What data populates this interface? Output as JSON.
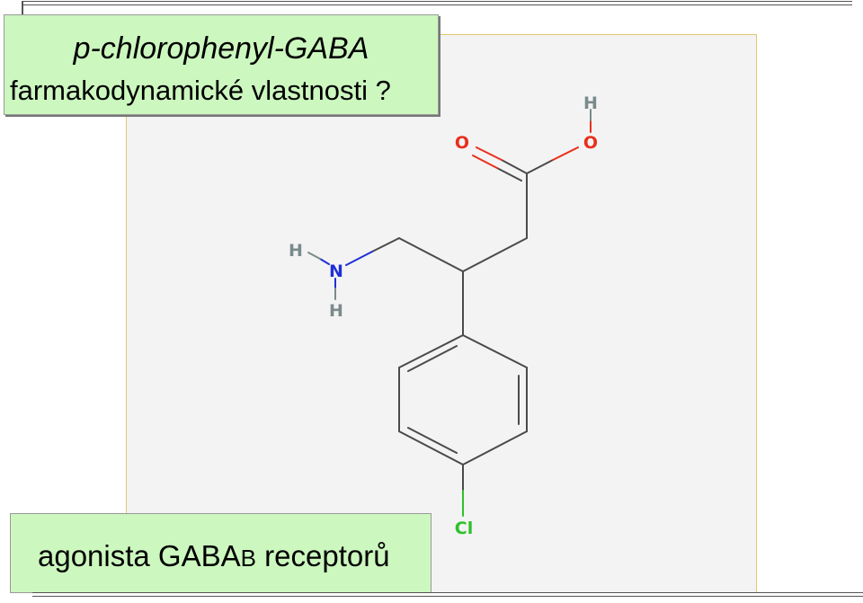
{
  "title": {
    "line1": "p-chlorophenyl-GABA",
    "line2": "farmakodynamické vlastnosti ?"
  },
  "caption": {
    "prefix": "agonista GABA",
    "subscript": "B",
    "suffix": " receptorů"
  },
  "molecule": {
    "atoms": {
      "o_carbonyl": "O",
      "o_hydroxyl": "O",
      "h_hydroxyl": "H",
      "n_amine": "N",
      "h_amine_top": "H",
      "h_amine_bottom": "H",
      "cl": "Cl"
    },
    "colors": {
      "oxygen": "#e8301c",
      "nitrogen": "#1f2fd6",
      "chlorine": "#2fc12a",
      "hydrogen": "#7a8a8a",
      "carbon": "#4a4a4a"
    }
  }
}
